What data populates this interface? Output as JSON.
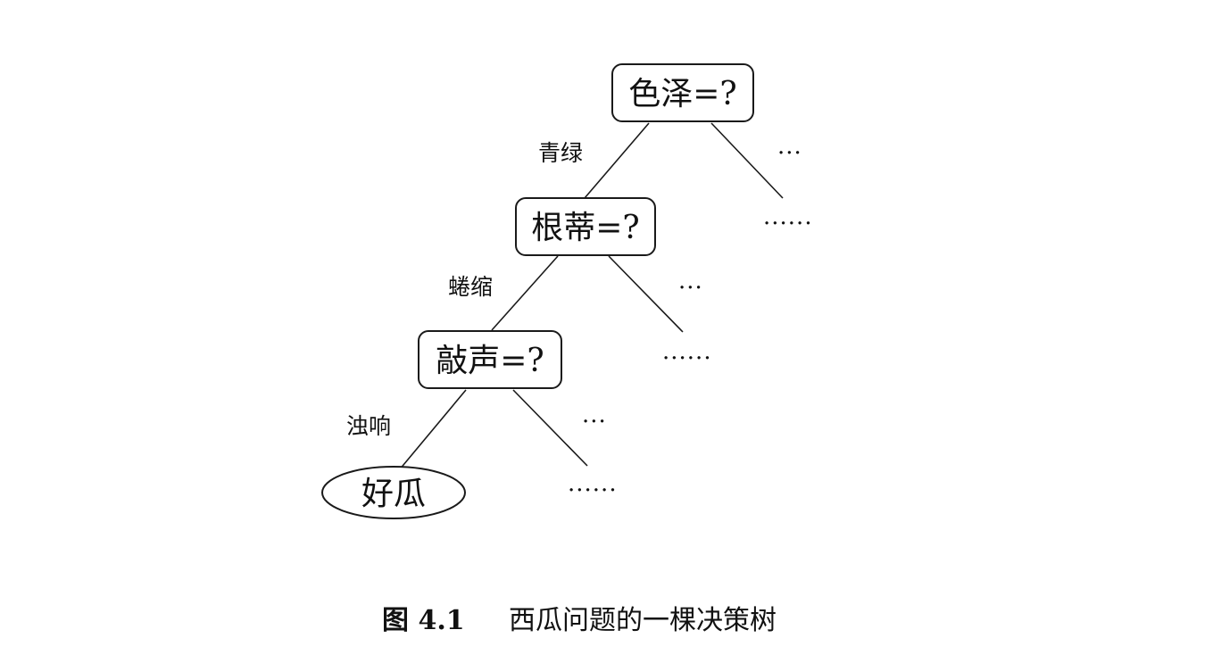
{
  "tree": {
    "root": {
      "label": "色泽=?",
      "edge_left_label": "青绿",
      "right_dots_short": "···",
      "right_dots_long": "······"
    },
    "level2": {
      "label": "根蒂=?",
      "edge_left_label": "蜷缩",
      "right_dots_short": "···",
      "right_dots_long": "······"
    },
    "level3": {
      "label": "敲声=?",
      "edge_left_label": "浊响",
      "right_dots_short": "···",
      "right_dots_long": "······"
    },
    "leaf": {
      "label": "好瓜"
    }
  },
  "caption": {
    "number": "图 4.1",
    "text": "西瓜问题的一棵决策树"
  }
}
